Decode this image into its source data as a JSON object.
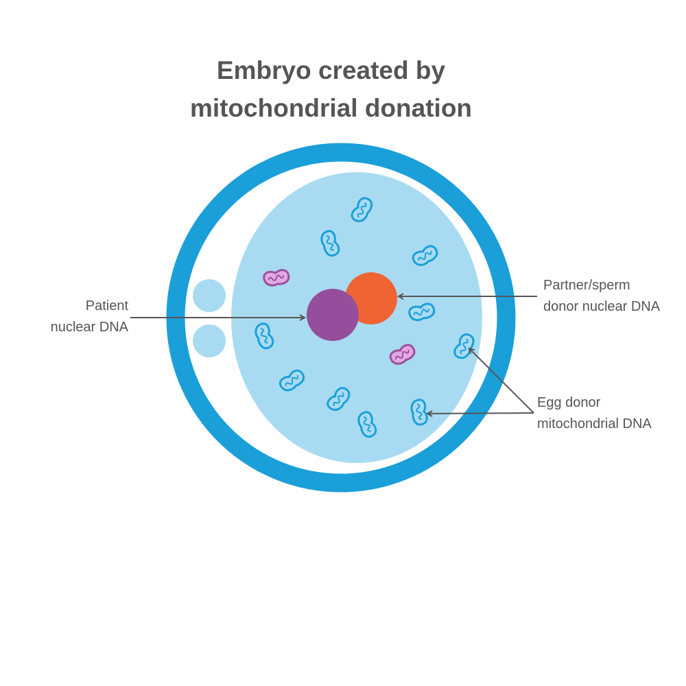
{
  "title": {
    "line1": "Embryo created by",
    "line2": "mitochondrial donation"
  },
  "labels": {
    "patient": {
      "line1": "Patient",
      "line2": "nuclear DNA"
    },
    "partner": {
      "line1": "Partner/sperm",
      "line2": "donor nuclear DNA"
    },
    "egg_donor": {
      "line1": "Egg donor",
      "line2": "mitochondrial DNA"
    }
  },
  "colors": {
    "zona": "#1a9fd9",
    "cytoplasm": "#a8dbf1",
    "patient_nucleus": "#954e9c",
    "partner_nucleus": "#f06434",
    "donor_mito": "#1a9fd9",
    "patient_mito": "#9b4fa0",
    "text": "#555555"
  }
}
